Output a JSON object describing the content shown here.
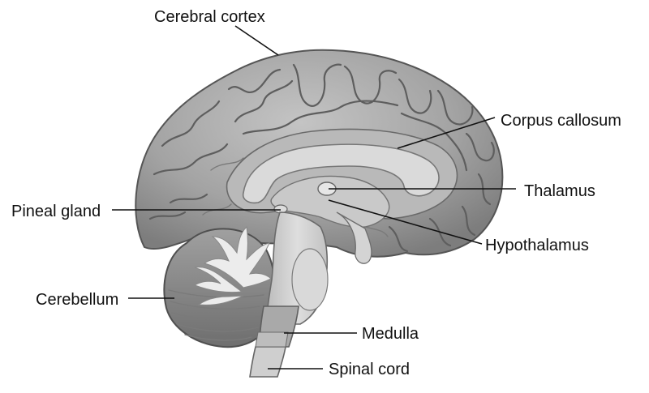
{
  "labels": {
    "cerebral_cortex": "Cerebral cortex",
    "corpus_callosum": "Corpus callosum",
    "thalamus": "Thalamus",
    "pineal_gland": "Pineal gland",
    "hypothalamus": "Hypothalamus",
    "cerebellum": "Cerebellum",
    "medulla": "Medulla",
    "spinal_cord": "Spinal cord"
  },
  "colors": {
    "cortex": "#9d9d9d",
    "cortex_highlight": "#b8b8b8",
    "inner_structure": "#d9d9d9",
    "brainstem": "#cfcfcf",
    "medulla": "#a9a9a9",
    "cerebellum": "#8e8e8e",
    "arbor_vitae": "#e6e6e6"
  }
}
